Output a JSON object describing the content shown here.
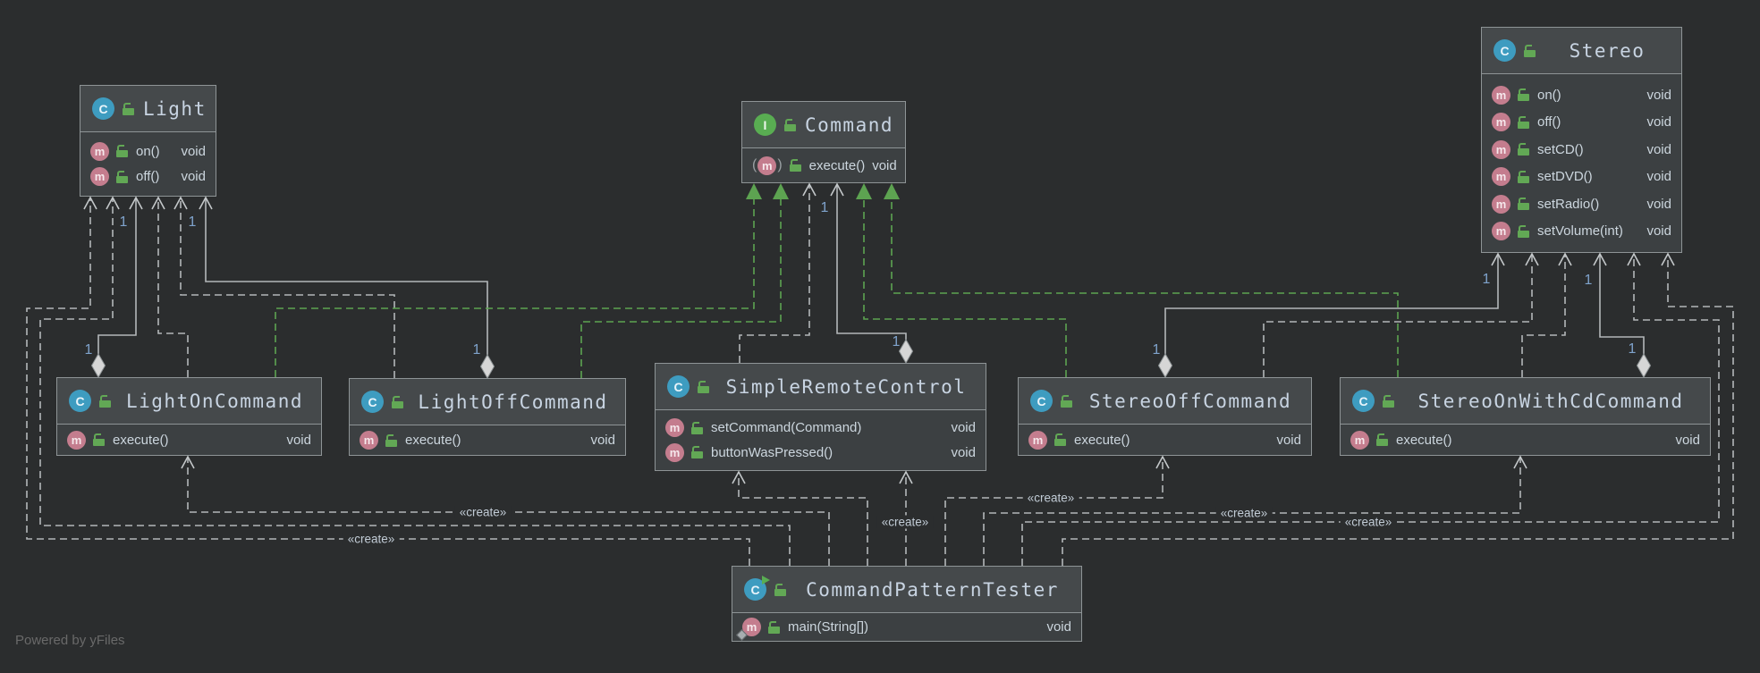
{
  "diagram": {
    "footer": "Powered by yFiles",
    "labels": {
      "create": "«create»",
      "multiplicity": "1"
    },
    "icons": {
      "class_letter": "C",
      "interface_letter": "I",
      "method_letter": "m"
    },
    "colors": {
      "background": "#2b2d2e",
      "box_header": "#45494b",
      "box_body": "#3c4042",
      "border": "#8e9496",
      "realization_green": "#5da351",
      "edge_gray": "#b3b7b9",
      "multiplicity_blue": "#7fa3cc",
      "class_icon": "#3e9cc0",
      "interface_icon": "#59ad52",
      "method_icon": "#c47d8e",
      "visibility_icon": "#62a855"
    },
    "classes": [
      {
        "name": "Light",
        "kind": "class",
        "methods": [
          {
            "name": "on()",
            "type": "void"
          },
          {
            "name": "off()",
            "type": "void"
          }
        ]
      },
      {
        "name": "Command",
        "kind": "interface",
        "methods": [
          {
            "name": "execute()",
            "type": "void",
            "abstract": true
          }
        ]
      },
      {
        "name": "Stereo",
        "kind": "class",
        "methods": [
          {
            "name": "on()",
            "type": "void"
          },
          {
            "name": "off()",
            "type": "void"
          },
          {
            "name": "setCD()",
            "type": "void"
          },
          {
            "name": "setDVD()",
            "type": "void"
          },
          {
            "name": "setRadio()",
            "type": "void"
          },
          {
            "name": "setVolume(int)",
            "type": "void"
          }
        ]
      },
      {
        "name": "LightOnCommand",
        "kind": "class",
        "methods": [
          {
            "name": "execute()",
            "type": "void"
          }
        ]
      },
      {
        "name": "LightOffCommand",
        "kind": "class",
        "methods": [
          {
            "name": "execute()",
            "type": "void"
          }
        ]
      },
      {
        "name": "SimpleRemoteControl",
        "kind": "class",
        "methods": [
          {
            "name": "setCommand(Command)",
            "type": "void"
          },
          {
            "name": "buttonWasPressed()",
            "type": "void"
          }
        ]
      },
      {
        "name": "StereoOffCommand",
        "kind": "class",
        "methods": [
          {
            "name": "execute()",
            "type": "void"
          }
        ]
      },
      {
        "name": "StereoOnWithCdCommand",
        "kind": "class",
        "methods": [
          {
            "name": "execute()",
            "type": "void"
          }
        ]
      },
      {
        "name": "CommandPatternTester",
        "kind": "runnable-class",
        "methods": [
          {
            "name": "main(String[])",
            "type": "void",
            "static": true
          }
        ]
      }
    ]
  }
}
